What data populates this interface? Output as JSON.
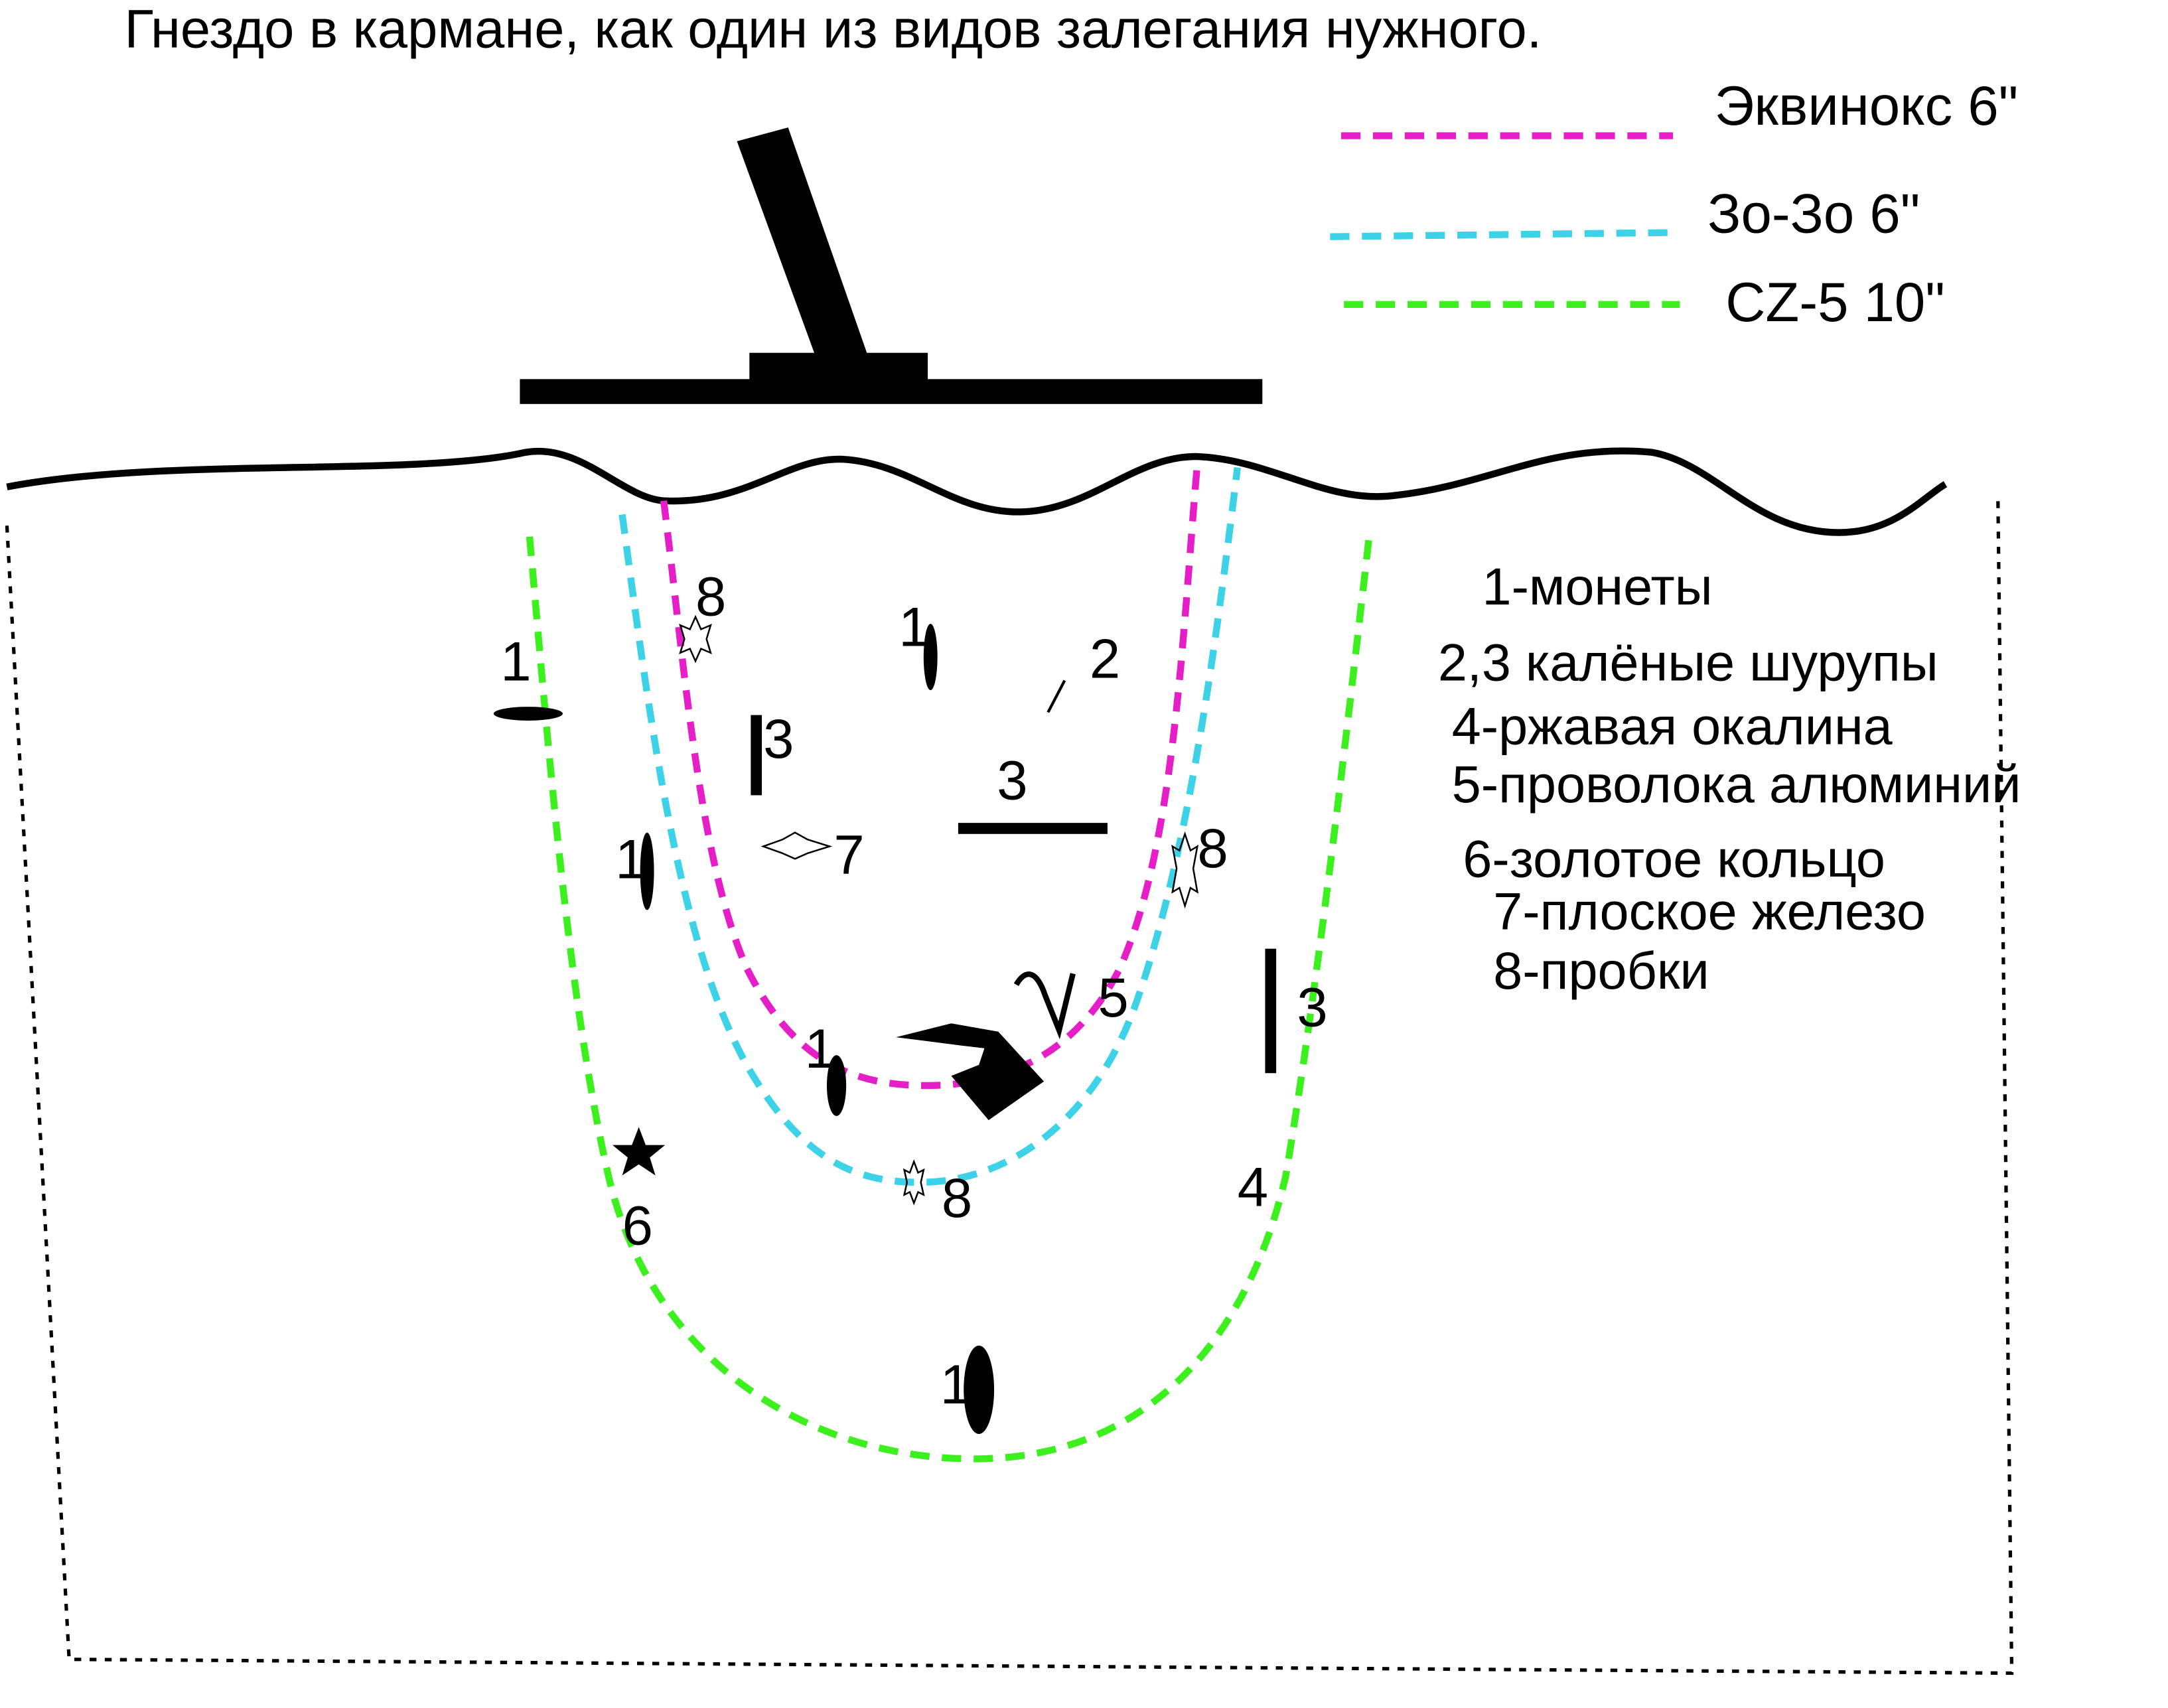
{
  "title": "Гнездо в кармане, как один из видов залегания нужного.",
  "detectors": [
    {
      "label": "Эквинокс 6\"",
      "color": "#e61ec8"
    },
    {
      "label": "Зо-Зо 6\"",
      "color": "#3dd2e8"
    },
    {
      "label": "CZ-5 10\"",
      "color": "#3cf01e"
    }
  ],
  "key": [
    "1-монеты",
    "2,3 калёные шурупы",
    "4-ржавая окалина",
    "5-проволока алюминий",
    "6-золотое кольцо",
    "7-плоское железо",
    "8-пробки"
  ],
  "markers": {
    "m1": "8",
    "m2": "1",
    "m3": "2",
    "m4": "1",
    "m5": "3",
    "m6": "3",
    "m7": "7",
    "m8": "1",
    "m9": "8",
    "m10": "5",
    "m11": "3",
    "m12": "1",
    "m13": "8",
    "m14": "4",
    "m15": "6",
    "m16": "1"
  }
}
